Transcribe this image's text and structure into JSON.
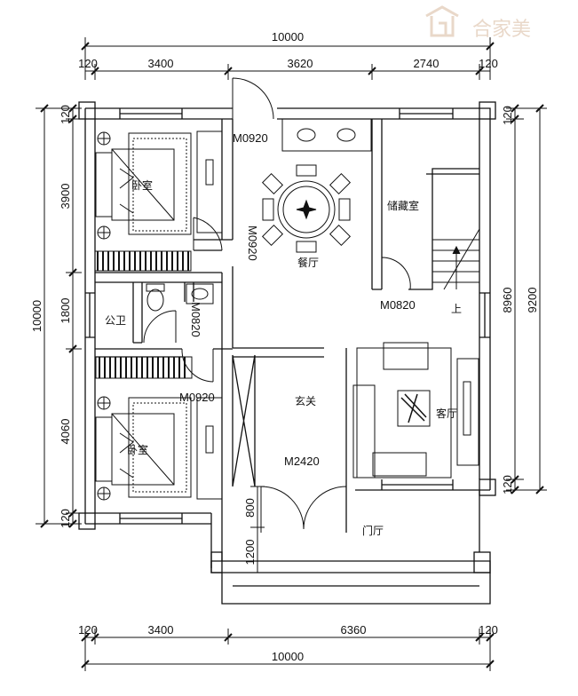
{
  "watermark": {
    "brand": "合家美"
  },
  "dimensions": {
    "top_total": "10000",
    "top_segments": [
      "120",
      "3400",
      "3620",
      "2740",
      "120"
    ],
    "bottom_segments": [
      "120",
      "3400",
      "6360",
      "120"
    ],
    "bottom_total": "10000",
    "left_segments": [
      "120",
      "3900",
      "1800",
      "4060",
      "120"
    ],
    "left_total": "10000",
    "right_segments": [
      "120",
      "120"
    ],
    "right_inner": "8960",
    "right_total": "9200",
    "porch_segments": [
      "800",
      "1200"
    ]
  },
  "rooms": {
    "bedroom_top": "卧室",
    "bedroom_bottom": "卧室",
    "dining": "餐厅",
    "storage": "储藏室",
    "bathroom": "公卫",
    "foyer": "玄关",
    "living": "客厅",
    "entry": "门厅",
    "stairs_up": "上"
  },
  "doors": {
    "d1": "M0920",
    "d2": "M0920",
    "d3": "M0820",
    "d4": "M0820",
    "d5": "M0920",
    "d6": "M2420"
  },
  "colors": {
    "line": "#111111",
    "watermark": "#e9d8c9"
  }
}
